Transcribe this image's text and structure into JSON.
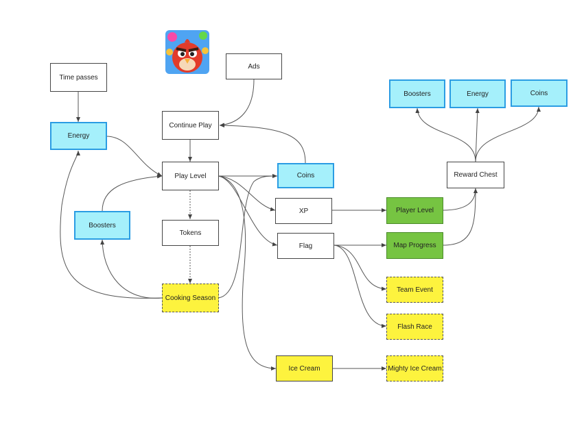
{
  "diagram": {
    "nodes": [
      {
        "id": "time_passes",
        "label": "Time passes",
        "style": "plain"
      },
      {
        "id": "ads",
        "label": "Ads",
        "style": "plain"
      },
      {
        "id": "energy",
        "label": "Energy",
        "style": "blue"
      },
      {
        "id": "continue_play",
        "label": "Continue Play",
        "style": "plain"
      },
      {
        "id": "play_level",
        "label": "Play Level",
        "style": "plain"
      },
      {
        "id": "coins",
        "label": "Coins",
        "style": "blue"
      },
      {
        "id": "boosters",
        "label": "Boosters",
        "style": "blue"
      },
      {
        "id": "tokens",
        "label": "Tokens",
        "style": "plain"
      },
      {
        "id": "xp",
        "label": "XP",
        "style": "plain"
      },
      {
        "id": "flag",
        "label": "Flag",
        "style": "plain"
      },
      {
        "id": "player_level",
        "label": "Player Level",
        "style": "green"
      },
      {
        "id": "map_progress",
        "label": "Map Progress",
        "style": "green"
      },
      {
        "id": "cooking_season",
        "label": "Cooking Season",
        "style": "yellow"
      },
      {
        "id": "team_event",
        "label": "Team Event",
        "style": "yellow"
      },
      {
        "id": "flash_race",
        "label": "Flash Race",
        "style": "yellow"
      },
      {
        "id": "ice_cream",
        "label": "Ice Cream",
        "style": "yellow solid"
      },
      {
        "id": "mighty_ice_cream",
        "label": "Mighty Ice Cream",
        "style": "yellow"
      },
      {
        "id": "reward_chest",
        "label": "Reward Chest",
        "style": "plain"
      },
      {
        "id": "rc_boosters",
        "label": "Boosters",
        "style": "blue"
      },
      {
        "id": "rc_energy",
        "label": "Energy",
        "style": "blue"
      },
      {
        "id": "rc_coins",
        "label": "Coins",
        "style": "blue"
      }
    ],
    "icon": "angry-bird-app-icon"
  }
}
